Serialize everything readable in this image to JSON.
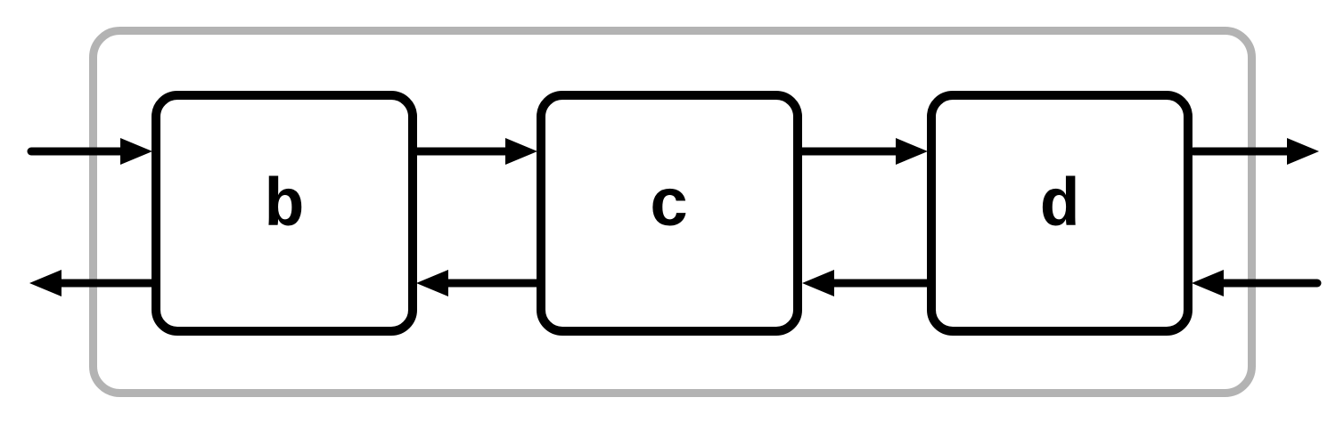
{
  "diagram": {
    "type": "block-diagram",
    "description": "Three-stage bidirectional pipeline inside an outer boundary",
    "container": {
      "name": "outer-boundary"
    },
    "nodes": [
      {
        "id": "b",
        "label": "b"
      },
      {
        "id": "c",
        "label": "c"
      },
      {
        "id": "d",
        "label": "d"
      }
    ],
    "edges": [
      {
        "from": "external-left",
        "to": "b",
        "row": "top",
        "direction": "right"
      },
      {
        "from": "b",
        "to": "c",
        "row": "top",
        "direction": "right"
      },
      {
        "from": "c",
        "to": "d",
        "row": "top",
        "direction": "right"
      },
      {
        "from": "d",
        "to": "external-right",
        "row": "top",
        "direction": "right"
      },
      {
        "from": "external-right",
        "to": "d",
        "row": "bottom",
        "direction": "left"
      },
      {
        "from": "d",
        "to": "c",
        "row": "bottom",
        "direction": "left"
      },
      {
        "from": "c",
        "to": "b",
        "row": "bottom",
        "direction": "left"
      },
      {
        "from": "b",
        "to": "external-left",
        "row": "bottom",
        "direction": "left"
      }
    ]
  },
  "colors": {
    "background": "#ffffff",
    "container_stroke": "#b3b3b3",
    "node_stroke": "#000000",
    "node_fill": "#ffffff",
    "arrow": "#000000",
    "label": "#000000"
  }
}
